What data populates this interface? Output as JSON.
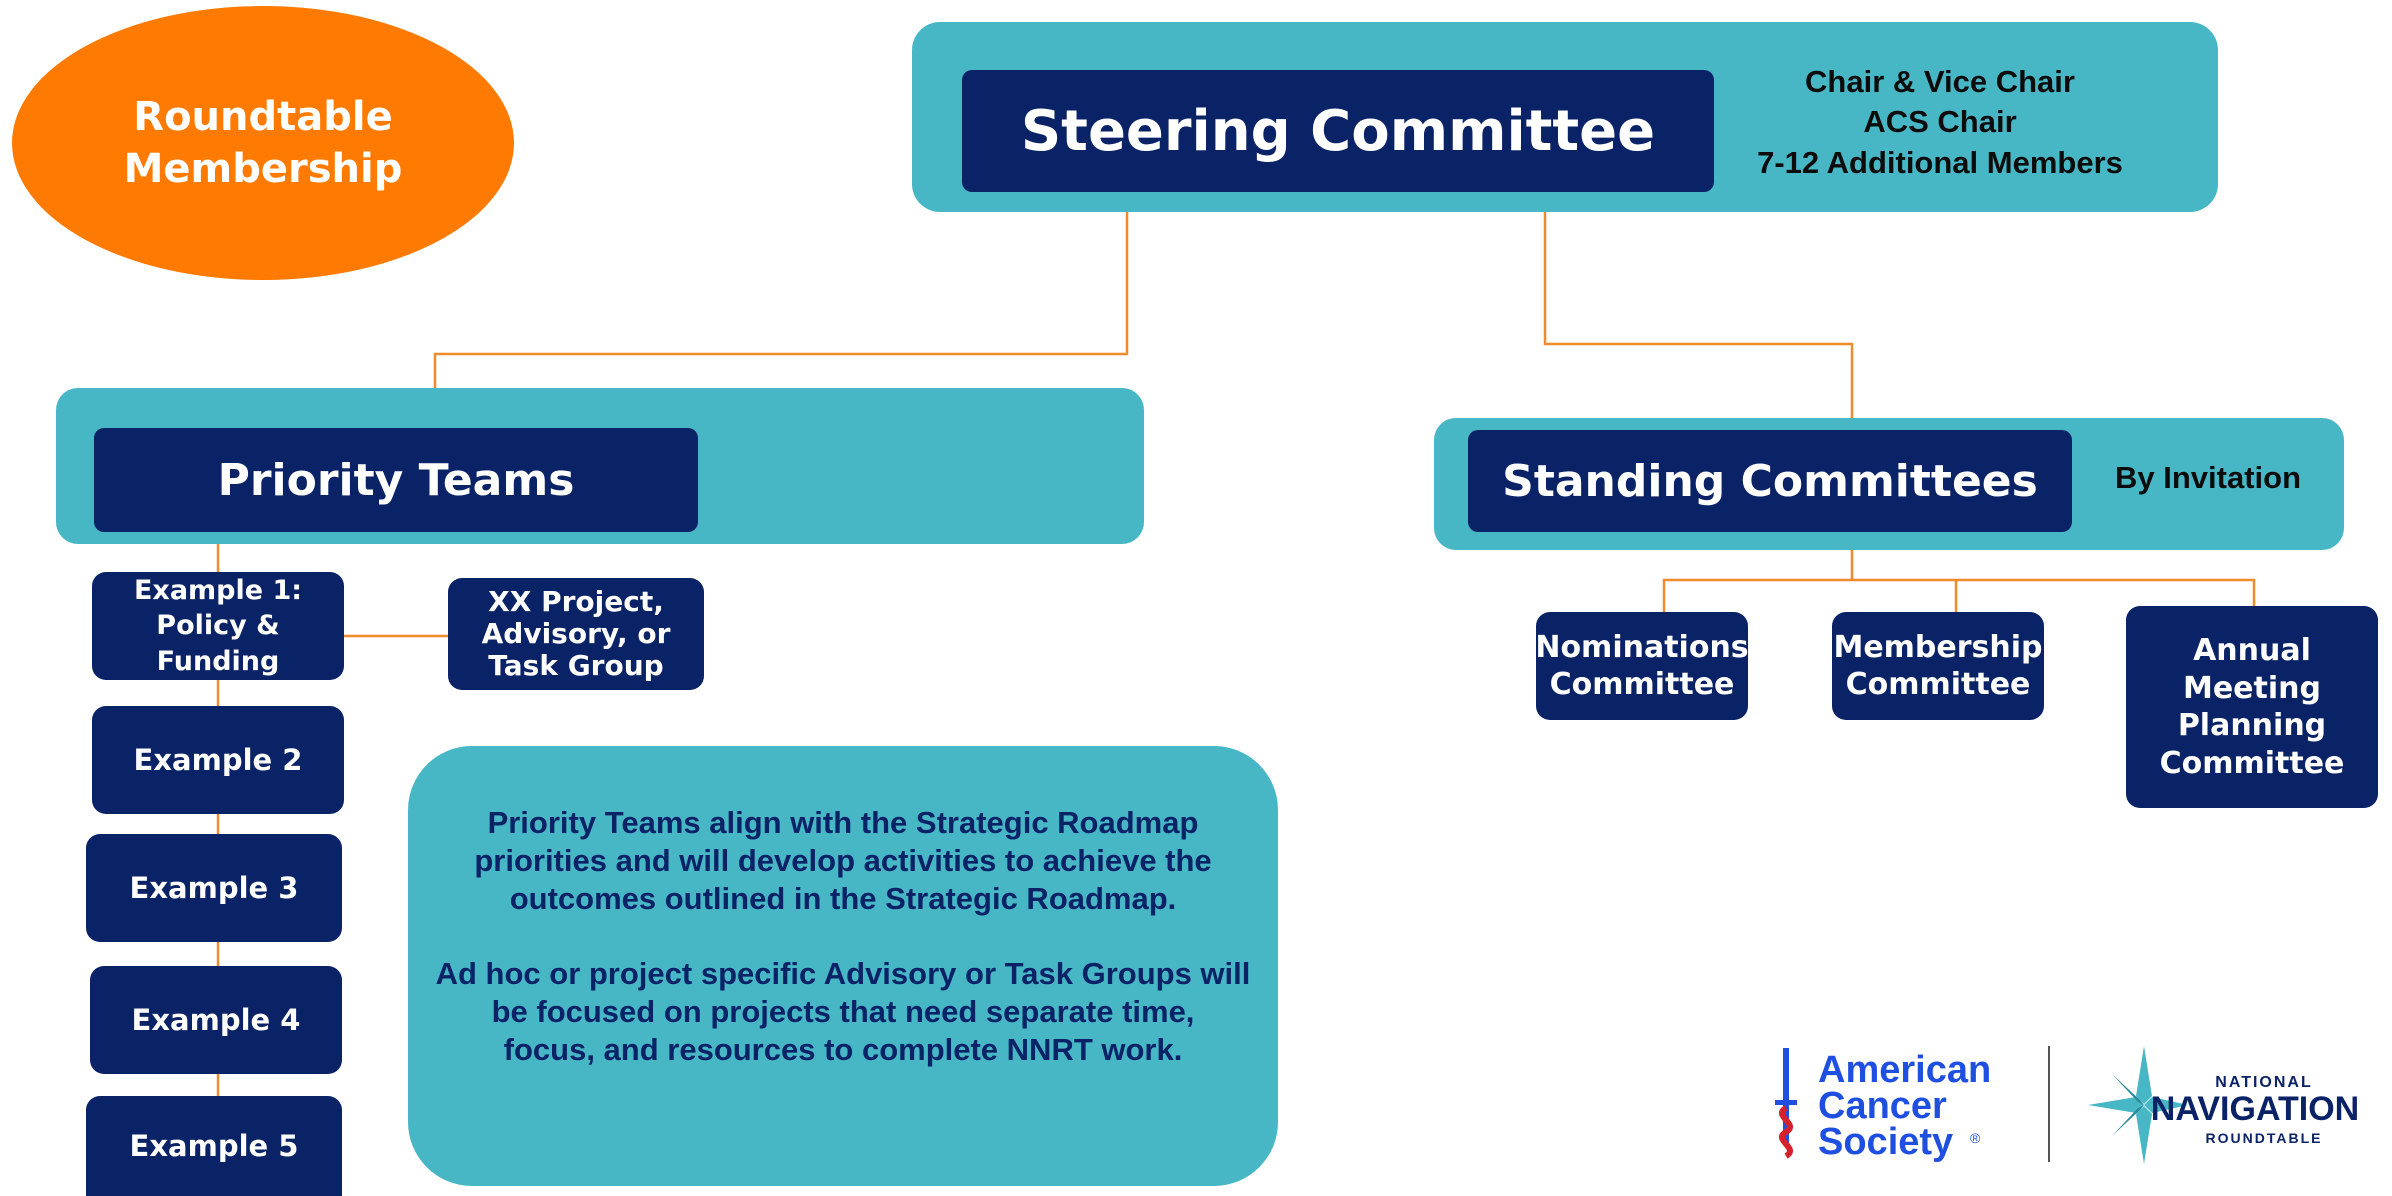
{
  "membership": {
    "label": "Roundtable\nMembership"
  },
  "steering": {
    "title": "Steering Committee",
    "members": "Chair & Vice Chair\nACS Chair\n7-12 Additional Members"
  },
  "priority": {
    "title": "Priority Teams",
    "examples": [
      "Example 1:\nPolicy &\nFunding",
      "Example 2",
      "Example 3",
      "Example 4",
      "Example 5"
    ],
    "project_group": "XX Project,\nAdvisory, or\nTask Group",
    "description": "Priority Teams align with the Strategic Roadmap\npriorities and will develop activities to achieve the\noutcomes outlined in the Strategic Roadmap.\n\nAd hoc or project specific Advisory or Task Groups will\nbe focused on projects that need separate time,\nfocus, and resources to complete NNRT work."
  },
  "standing": {
    "title": "Standing Committees",
    "note": "By Invitation",
    "committees": [
      "Nominations\nCommittee",
      "Membership\nCommittee",
      "Annual\nMeeting\nPlanning\nCommittee"
    ]
  },
  "logos": {
    "acs": "American\nCancer\nSociety",
    "acs_mark": "®",
    "nnrt_top": "NATIONAL",
    "nnrt_main": "NAVIGATION",
    "nnrt_bottom": "ROUNDTABLE"
  },
  "colors": {
    "navy": "#0a2266",
    "teal": "#47b7c6",
    "orange": "#ff7a00",
    "connector": "#f08a2a",
    "acs_blue": "#1f4fe0",
    "acs_red": "#d6202a"
  }
}
